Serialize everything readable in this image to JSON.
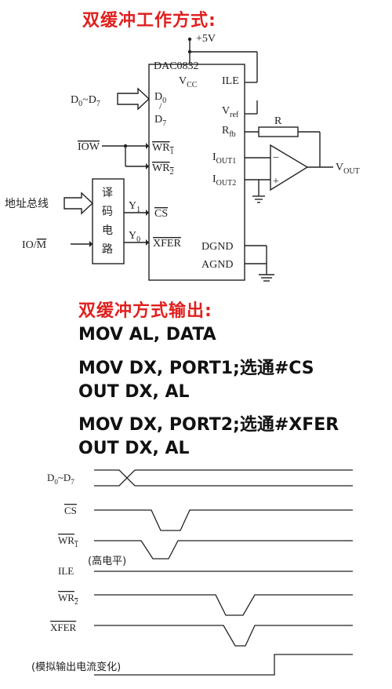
{
  "titles": {
    "double_buffer_mode": "双缓冲工作方式:",
    "double_buffer_output": "双缓冲方式输出:"
  },
  "code_lines": [
    "MOV AL, DATA",
    "MOV DX, PORT1;选通#CS",
    "OUT DX, AL",
    "MOV DX, PORT2;选通#XFER",
    "OUT DX, AL"
  ],
  "circuit": {
    "vplus": "+5V",
    "chip_name": "DAC0832",
    "vcc": "V",
    "vcc_sub": "CC",
    "ile": "ILE",
    "d0": "D",
    "d0_sub": "0",
    "d7": "D",
    "d7_sub": "7",
    "vref": "V",
    "vref_sub": "ref",
    "rfb": "R",
    "rfb_sub": "fb",
    "r_label": "R",
    "iout1": "I",
    "iout1_sub": "OUT1",
    "iout2": "I",
    "iout2_sub": "OUT2",
    "wr1": "WR",
    "wr1_sub": "1",
    "wr2": "WR",
    "wr2_sub": "2",
    "cs": "CS",
    "xfer": "XFER",
    "dgnd": "DGND",
    "agnd": "AGND",
    "vout": "V",
    "vout_sub": "OUT",
    "data_bus": "D",
    "data_bus_sub0": "0",
    "data_bus_mid": "~D",
    "data_bus_sub7": "7",
    "iow": "IOW",
    "addr_bus": "地址总线",
    "io": "IO/",
    "m": "M",
    "decoder": [
      "译",
      "码",
      "电",
      "路"
    ],
    "y1": "Y",
    "y1_sub": "1",
    "y0": "Y",
    "y0_sub": "0",
    "minus": "−",
    "plus": "+"
  },
  "timing": {
    "d_label": "D",
    "d_sub0": "0",
    "d_mid": "~D",
    "d_sub7": "7",
    "cs": "CS",
    "wr1": "WR",
    "wr1_sub": "1",
    "ile": "ILE",
    "ile_note": "(高电平)",
    "wr2": "WR",
    "wr2_sub": "2",
    "xfer": "XFER",
    "output_note": "(模拟输出电流变化)"
  }
}
